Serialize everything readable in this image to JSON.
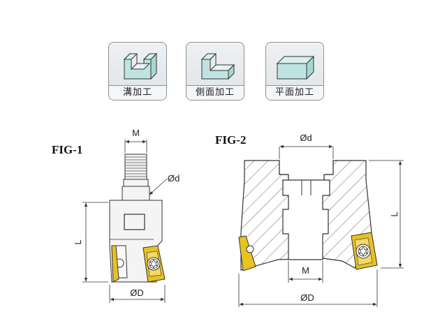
{
  "icons": [
    {
      "name": "groove-machining",
      "caption": "溝加工"
    },
    {
      "name": "side-machining",
      "caption": "側面加工"
    },
    {
      "name": "face-machining",
      "caption": "平面加工"
    }
  ],
  "figures": {
    "fig1": {
      "label": "FIG-1",
      "dims": {
        "M": "M",
        "d": "Ød",
        "L": "L",
        "D": "ØD"
      }
    },
    "fig2": {
      "label": "FIG-2",
      "dims": {
        "d": "Ød",
        "L": "L",
        "M": "M",
        "D": "ØD"
      }
    }
  },
  "colors": {
    "icon_block": "#bfe3e1",
    "insert": "#e8c21e",
    "line": "#333333",
    "hatch": "#666666"
  }
}
